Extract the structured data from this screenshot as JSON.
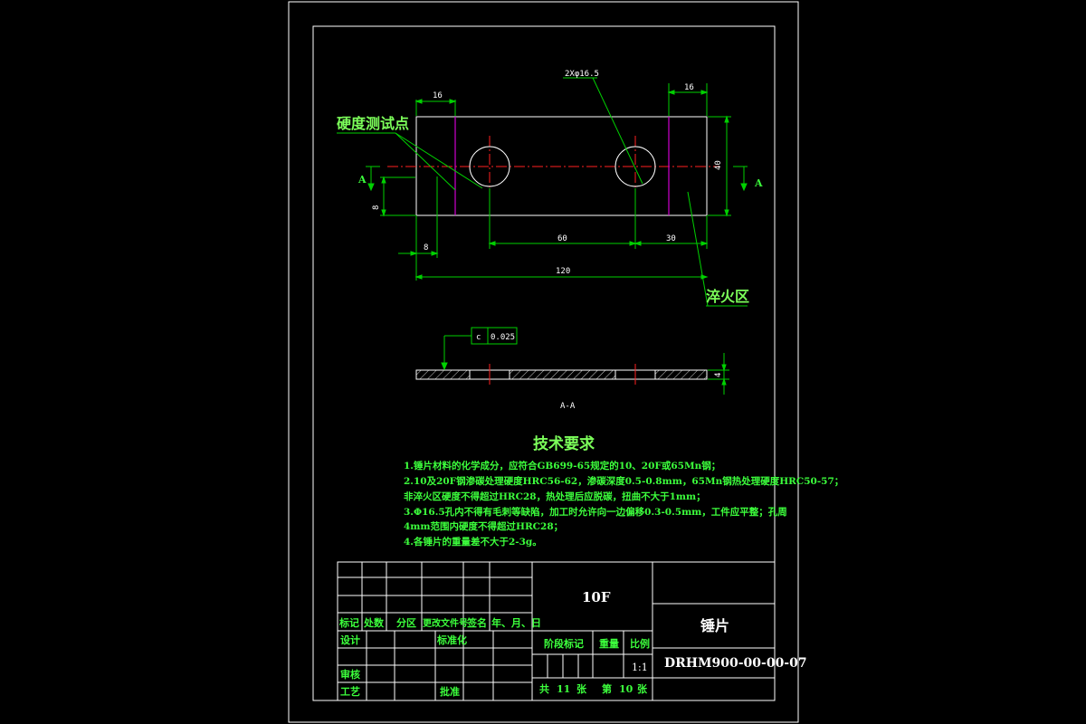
{
  "labels": {
    "hardness_point": "硬度测试点",
    "quench_zone": "淬火区",
    "hole_callout": "2Xφ16.5",
    "section_mark_a": "A",
    "section_view": "A-A",
    "flatness_symbol": "c",
    "flatness_value": "0.025"
  },
  "dimensions": {
    "top_left": "16",
    "top_right": "16",
    "height": "40",
    "left_offset": "8",
    "small_vertical": "8",
    "pitch": "60",
    "right_offset": "30",
    "overall_length": "120",
    "thickness": "4"
  },
  "tech": {
    "title": "技术要求",
    "lines": [
      "1.锤片材料的化学成分，应符合GB699-65规定的10、20F或65Mn钢；",
      "2.10及20F钢渗碳处理硬度HRC56-62，渗碳深度0.5-0.8mm，65Mn钢热处理硬度HRC50-57；",
      "非淬火区硬度不得超过HRC28，热处理后应脱碳，扭曲不大于1mm；",
      "3.Φ16.5孔内不得有毛刺等缺陷，加工时允许向一边偏移0.3-0.5mm，工件应平整；孔周",
      "4mm范围内硬度不得超过HRC28；",
      "4.各锤片的重量差不大于2-3g。"
    ]
  },
  "title_block": {
    "material": "10F",
    "part_name": "锤片",
    "drawing_no": "DRHM900-00-00-07",
    "rev_headers": [
      "标记",
      "处数",
      "分区",
      "更改文件号",
      "签名",
      "年、月、日"
    ],
    "design": "设计",
    "standardize": "标准化",
    "review": "审核",
    "process": "工艺",
    "approve": "批准",
    "stage_mark": "阶段标记",
    "weight": "重量",
    "scale_label": "比例",
    "scale": "1:1",
    "total_label": "共",
    "total_sheets": "11",
    "sheet_unit": "张",
    "sheet_label": "第",
    "sheet_no": "10",
    "sheet_unit2": "张"
  }
}
